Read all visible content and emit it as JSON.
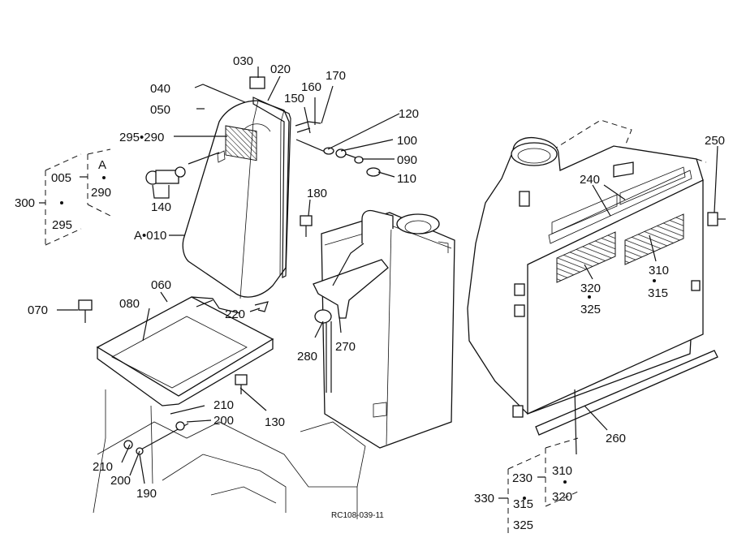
{
  "labels": {
    "p030": "030",
    "p020": "020",
    "p040": "040",
    "p050": "050",
    "p160": "160",
    "p170": "170",
    "p150": "150",
    "p120": "120",
    "p100": "100",
    "p090": "090",
    "p110": "110",
    "p295_290": "295•290",
    "p005": "005",
    "pA": "A",
    "p290": "290",
    "p300": "300",
    "p295": "295",
    "p140": "140",
    "p180": "180",
    "pA010": "A•010",
    "p060": "060",
    "p070": "070",
    "p080": "080",
    "p220": "220",
    "p280": "280",
    "p270": "270",
    "p210a": "210",
    "p200a": "200",
    "p130": "130",
    "p210b": "210",
    "p200b": "200",
    "p190": "190",
    "p250": "250",
    "p240": "240",
    "p310": "310",
    "p315": "315",
    "p320": "320",
    "p325": "325",
    "p260": "260",
    "p330": "330",
    "p230": "230",
    "p315b": "315",
    "p325b": "325",
    "p310b": "310",
    "p320b": "320"
  },
  "figure_code": "RC108-039-11"
}
